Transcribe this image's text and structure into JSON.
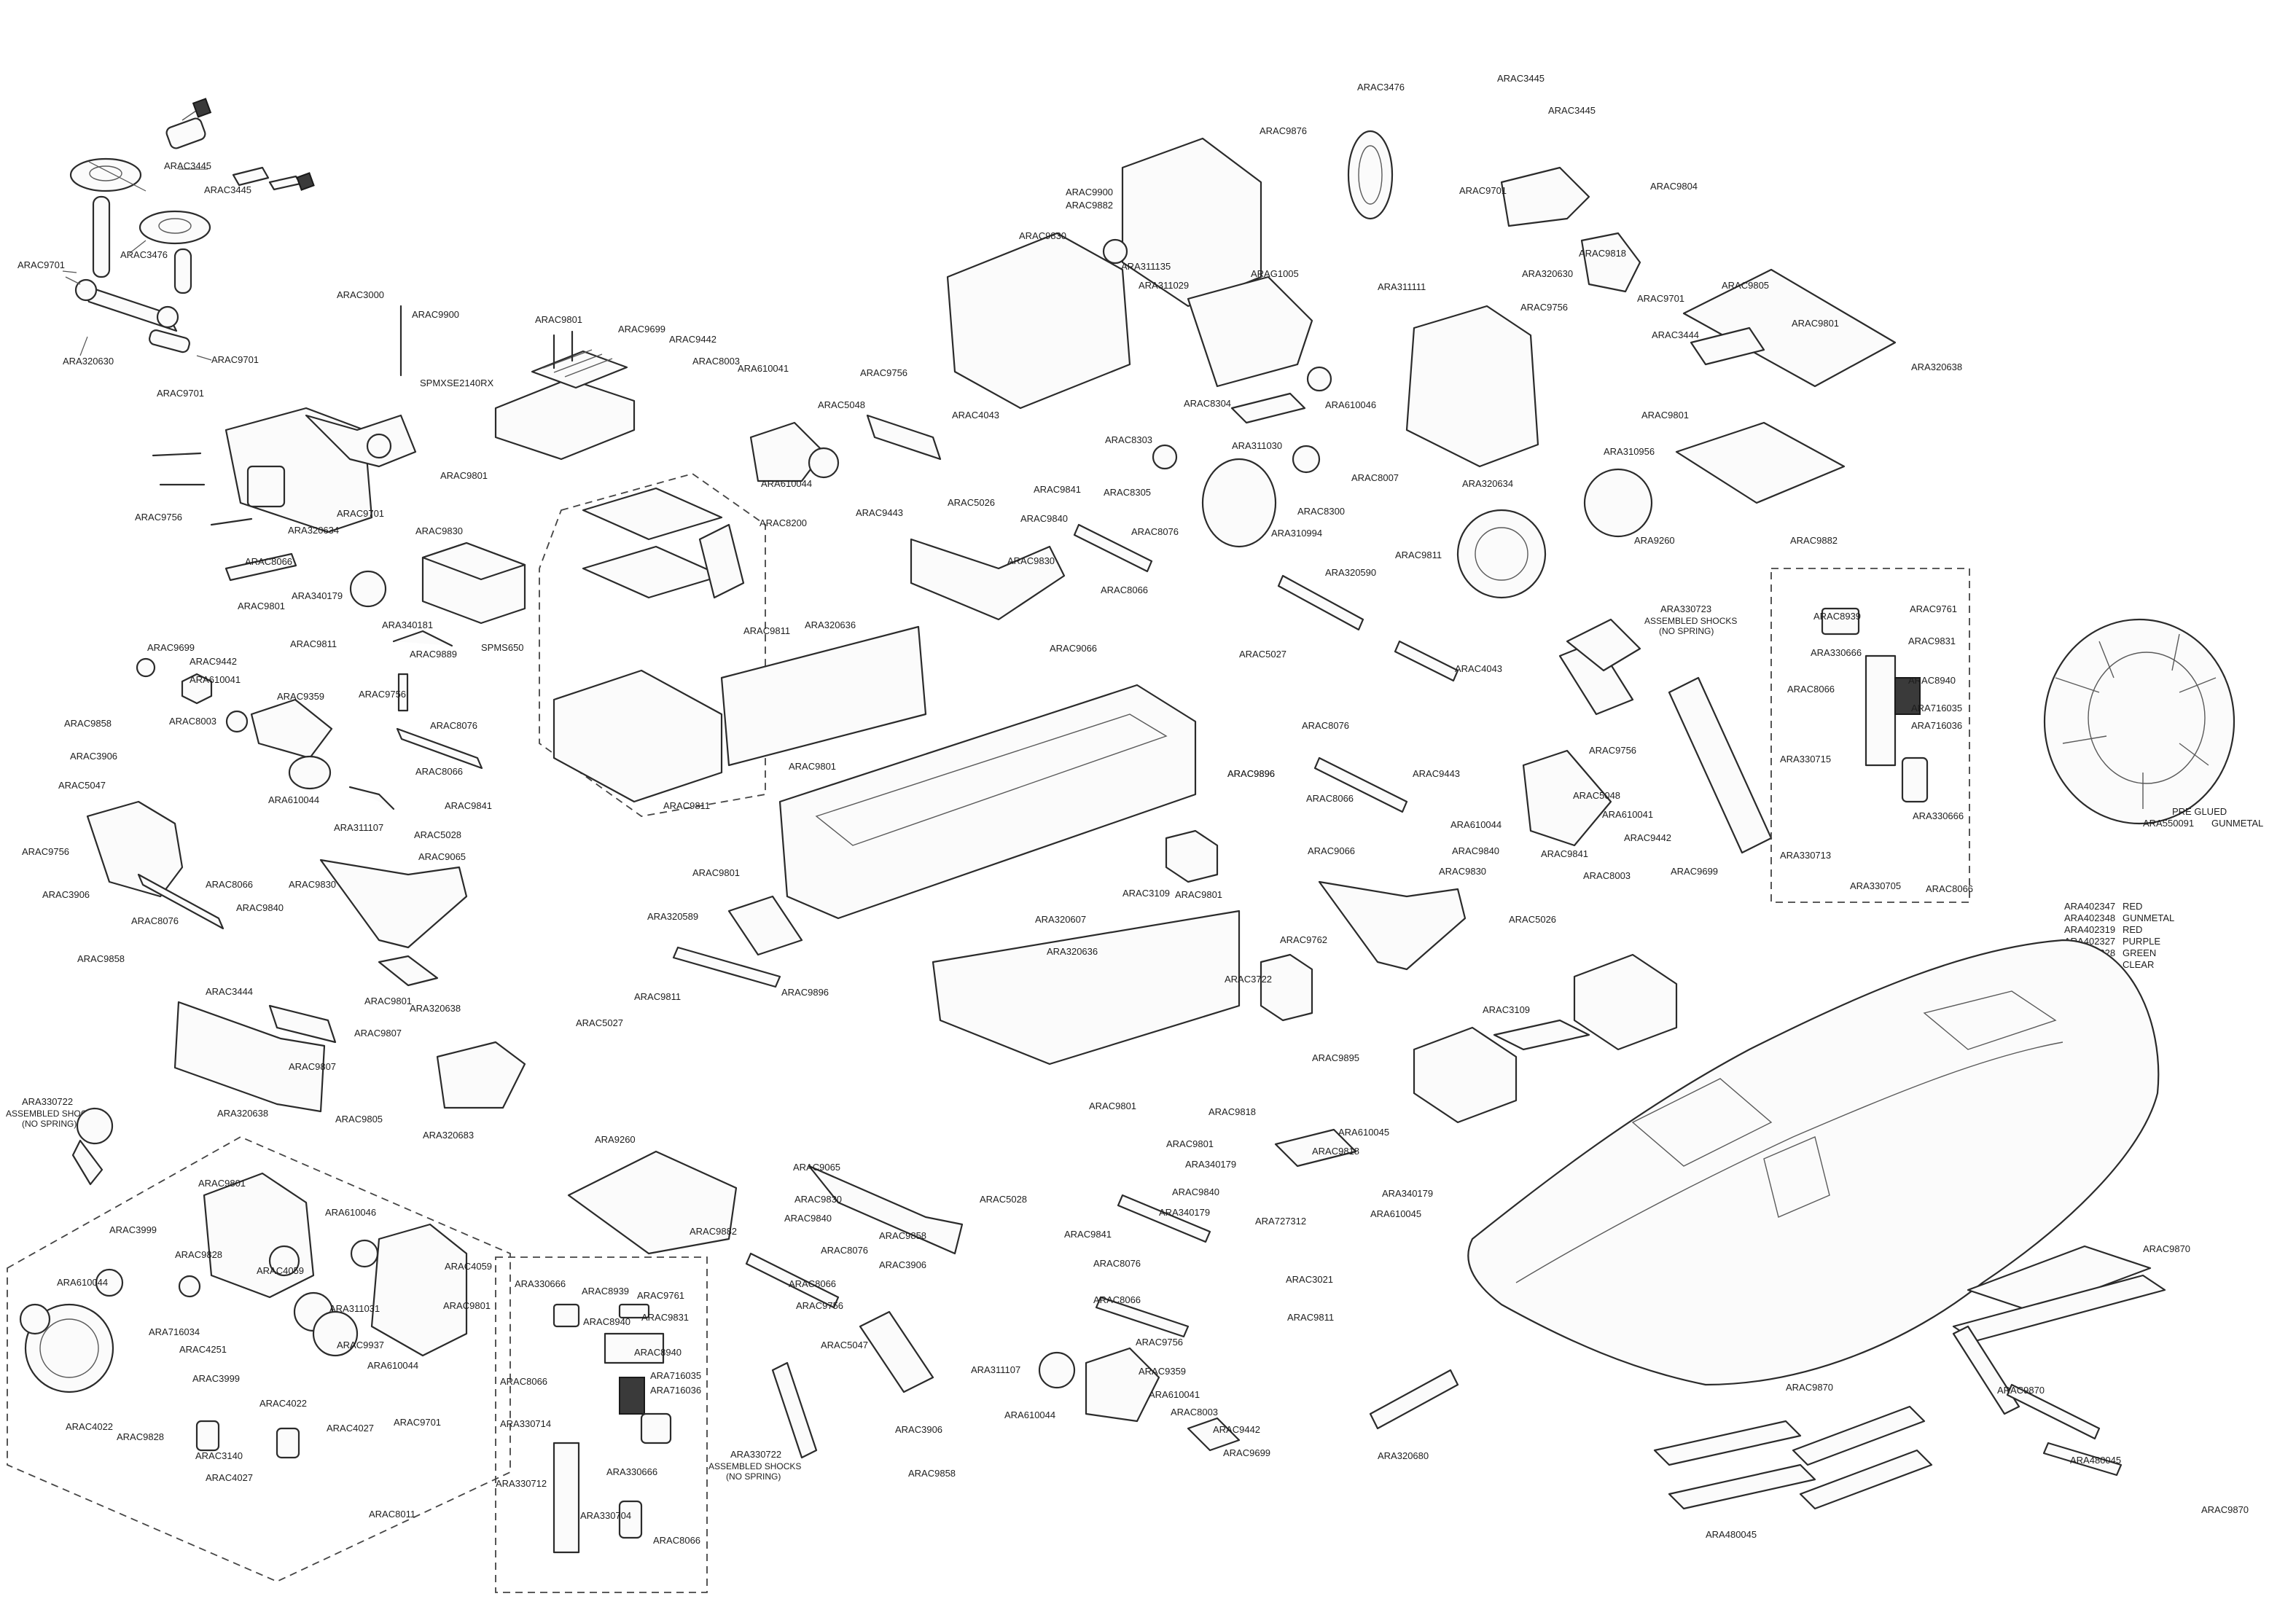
{
  "labels": {
    "topleft_3445_a": "ARAC3445",
    "topleft_3445_b": "ARAC3445",
    "topleft_3476": "ARAC3476",
    "topleft_9701_a": "ARAC9701",
    "topleft_9701_b": "ARAC9701",
    "topleft_320630": "ARA320630",
    "topleft_3000": "ARAC3000",
    "topleft_9900": "ARAC9900",
    "esc_9801": "ARAC9801",
    "esc_name": "SPMXSE2140RX",
    "bulk_9701_a": "ARAC9701",
    "bulk_9756": "ARAC9756",
    "bulk_9701_b": "ARAC9701",
    "bulk_320634": "ARA320634",
    "servo_9801": "ARAC9801",
    "servo_9830": "ARAC9830",
    "servo_name": "SPMS650",
    "fr_8066": "ARAC8066",
    "fr_340179": "ARA340179",
    "fr_9801": "ARAC9801",
    "fr_9811": "ARAC9811",
    "fr_340181": "ARA340181",
    "fr_9889": "ARAC9889",
    "fr_9699": "ARAC9699",
    "fr_9442": "ARAC9442",
    "fr_610041": "ARA610041",
    "fr_8003": "ARAC8003",
    "fr_9359": "ARAC9359",
    "fr_9756": "ARAC9756",
    "fr_9858": "ARAC9858",
    "fr_3906": "ARAC3906",
    "fr_5047": "ARAC5047",
    "fr_610044": "ARA610044",
    "fr_311107": "ARA311107",
    "fr_8076_a": "ARAC8076",
    "fr_8066_b": "ARAC8066",
    "fr_9841": "ARAC9841",
    "fr_5028": "ARAC5028",
    "fr_9065": "ARAC9065",
    "fr_9756_b": "ARAC9756",
    "fr_3906_b": "ARAC3906",
    "fr_8066_c": "ARAC8066",
    "fr_8076_b": "ARAC8076",
    "fr_9830": "ARAC9830",
    "fr_9840": "ARAC9840",
    "fr_9858_b": "ARAC9858",
    "fr_3444": "ARAC3444",
    "fr_9801_b": "ARAC9801",
    "fr_9807_a": "ARAC9807",
    "fr_9807_b": "ARAC9807",
    "fr_320638": "ARA320638",
    "fr_320638_b": "ARA320638",
    "fr_9805": "ARAC9805",
    "fr_320683": "ARA320683",
    "shock_l": "ARA330722",
    "shock_l_t1": "ASSEMBLED SHOCKS",
    "shock_l_t2": "(NO SPRING)",
    "pre_9699": "ARAC9699",
    "pre_9442": "ARAC9442",
    "pre_8003": "ARAC8003",
    "pre_610041": "ARA610041",
    "pre_5048": "ARAC5048",
    "pre_610044": "ARA610044",
    "pre_9756": "ARAC9756",
    "pre_4043": "ARAC4043",
    "pre_9443": "ARAC9443",
    "pre_9841": "ARAC9841",
    "pre_5026": "ARAC5026",
    "pre_9840": "ARAC9840",
    "pre_9830": "ARAC9830",
    "pre_9066": "ARAC9066",
    "box_8200": "ARAC8200",
    "box_9811": "ARAC9811",
    "box_9811_b": "ARAC9811",
    "ch_320636": "ARA320636",
    "ch_9801": "ARAC9801",
    "ch_9801_b": "ARAC9801",
    "ch_320607": "ARA320607",
    "ch_3109": "ARAC3109",
    "ch_9801_c": "ARAC9801",
    "ch_320589": "ARA320589",
    "ch_9811": "ARAC9811",
    "ch_5027": "ARAC5027",
    "ch_9896": "ARAC9896",
    "ch_320636_b": "ARA320636",
    "ch_9801_d": "ARAC9801",
    "ch_3722": "ARAC3722",
    "ch_9762": "ARAC9762",
    "ch_9895": "ARAC9895",
    "ch_9896_b": "ARAC9896",
    "gb_9876": "ARAC9876",
    "gb_9900": "ARAC9900",
    "gb_9882": "ARAC9882",
    "gb_9830": "ARAC9830",
    "gb_311135": "ARA311135",
    "gb_311029": "ARA311029",
    "gb_3476": "ARAC3476",
    "gb_3445": "ARAC3445",
    "gb_3445_b": "ARAC3445",
    "gb_311111": "ARA311111",
    "gb_1005": "ARAG1005",
    "gb_8304": "ARAC8304",
    "gb_8303": "ARAC8303",
    "gb_8305": "ARAC8305",
    "gb_311030": "ARA311030",
    "gb_310994": "ARA310994",
    "gb_8300": "ARAC8300",
    "gb_8007": "ARAC8007",
    "gb_610046": "ARA610046",
    "gb_8076": "ARAC8076",
    "gb_8066": "ARAC8066",
    "rb_9701": "ARAC9701",
    "rb_9804": "ARAC9804",
    "rb_9818": "ARAC9818",
    "rb_320630": "ARA320630",
    "rb_9701_b": "ARAC9701",
    "rb_9756": "ARAC9756",
    "rb_320634": "ARA320634",
    "rb_9805": "ARAC9805",
    "rb_9801": "ARAC9801",
    "rb_3444": "ARAC3444",
    "rb_320638": "ARA320638",
    "rb_9801_b": "ARAC9801",
    "rb_310956": "ARA310956",
    "rb_9260": "ARA9260",
    "rb_9882": "ARAC9882",
    "rr_9811": "ARAC9811",
    "rr_320590": "ARA320590",
    "rr_5027": "ARAC5027",
    "rr_4043": "ARAC4043",
    "rr_9443": "ARAC9443",
    "rr_8076": "ARAC8076",
    "rr_8066": "ARAC8066",
    "rr_9896": "ARAC9896",
    "rr_9756": "ARAC9756",
    "rr_5048": "ARAC5048",
    "rr_610044": "ARA610044",
    "rr_610041": "ARA610041",
    "rr_9840": "ARAC9840",
    "rr_9841": "ARAC9841",
    "rr_9442": "ARAC9442",
    "rr_8003": "ARAC8003",
    "rr_9699": "ARAC9699",
    "rr_9066": "ARAC9066",
    "rr_9830": "ARAC9830",
    "rr_5026": "ARAC5026",
    "shock_r": "ARA330723",
    "shock_r_t1": "ASSEMBLED SHOCKS",
    "shock_r_t2": "(NO SPRING)",
    "sp_8939": "ARAC8939",
    "sp_9761": "ARAC9761",
    "sp_9831": "ARAC9831",
    "sp_330666": "ARA330666",
    "sp_8066": "ARAC8066",
    "sp_8940": "ARAC8940",
    "sp_716035": "ARA716035",
    "sp_716036": "ARA716036",
    "sp_330715": "ARA330715",
    "sp_330713": "ARA330713",
    "sp_330705": "ARA330705",
    "sp_330666_b": "ARA330666",
    "sp_8066_b": "ARAC8066",
    "wheel_t1": "PRE GLUED",
    "wheel_code": "ARA550091",
    "wheel_color": "GUNMETAL",
    "body_3109": "ARAC3109",
    "diff_9801": "ARAC9801",
    "diff_3999": "ARAC3999",
    "diff_610044": "ARA610044",
    "diff_9828": "ARAC9828",
    "diff_4059": "ARAC4059",
    "diff_610046": "ARA610046",
    "diff_4059_b": "ARAC4059",
    "diff_716034": "ARA716034",
    "diff_4251": "ARAC4251",
    "diff_311031": "ARA311031",
    "diff_9937": "ARAC9937",
    "diff_9801_b": "ARAC9801",
    "diff_3999_b": "ARAC3999",
    "diff_610044_b": "ARA610044",
    "diff_4022": "ARAC4022",
    "diff_4022_b": "ARAC4022",
    "diff_9828_b": "ARAC9828",
    "diff_4027": "ARAC4027",
    "diff_3140": "ARAC3140",
    "diff_4027_b": "ARAC4027",
    "diff_9701": "ARAC9701",
    "diff_8011": "ARAC8011",
    "bs_330666": "ARA330666",
    "bs_8939": "ARAC8939",
    "bs_9761": "ARAC9761",
    "bs_8940": "ARAC8940",
    "bs_9831": "ARAC9831",
    "bs_8066": "ARAC8066",
    "bs_8940_b": "ARAC8940",
    "bs_716035": "ARA716035",
    "bs_716036": "ARA716036",
    "bs_330714": "ARA330714",
    "bs_330712": "ARA330712",
    "bs_330666_b": "ARA330666",
    "bs_330704": "ARA330704",
    "bs_8066_b": "ARAC8066",
    "bm_9260": "ARA9260",
    "bm_9882": "ARAC9882",
    "bm_9065": "ARAC9065",
    "bm_9830": "ARAC9830",
    "bm_9840": "ARAC9840",
    "bm_8076": "ARAC8076",
    "bm_8066": "ARAC8066",
    "bm_9858": "ARAC9858",
    "bm_3906": "ARAC3906",
    "bm_9756": "ARAC9756",
    "bm_5047": "ARAC5047",
    "bm_3906_b": "ARAC3906",
    "bm_9858_b": "ARAC9858",
    "bm_shock": "ARA330722",
    "bm_shock_t1": "ASSEMBLED SHOCKS",
    "bm_shock_t2": "(NO SPRING)",
    "bm_5028": "ARAC5028",
    "bc_9818": "ARAC9818",
    "bc_9801": "ARAC9801",
    "bc_610045": "ARA610045",
    "bc_9818_b": "ARAC9818",
    "bc_340179": "ARA340179",
    "bc_9840": "ARAC9840",
    "bc_340179_b": "ARA340179",
    "bc_340179_c": "ARA340179",
    "bc_727312": "ARA727312",
    "bc_610045_b": "ARA610045",
    "bc_9841": "ARAC9841",
    "bc_8076": "ARAC8076",
    "bc_3021": "ARAC3021",
    "bc_8066": "ARAC8066",
    "bc_9811": "ARAC9811",
    "bc_9756": "ARAC9756",
    "bc_9359": "ARAC9359",
    "bc_311107": "ARA311107",
    "bc_610041": "ARA610041",
    "bc_610044": "ARA610044",
    "bc_8003": "ARAC8003",
    "bc_9442": "ARAC9442",
    "bc_9699": "ARAC9699",
    "bc_320680": "ARA320680",
    "wing_9870": "ARAC9870",
    "wing_9870_b": "ARAC9870",
    "wing_9870_c": "ARAC9870",
    "wing_9870_d": "ARAC9870",
    "wing_480045": "ARA480045",
    "wing_480045_b": "ARA480045"
  },
  "body_colors": [
    {
      "code": "ARA402347",
      "color": "RED"
    },
    {
      "code": "ARA402348",
      "color": "GUNMETAL"
    },
    {
      "code": "ARA402319",
      "color": "RED"
    },
    {
      "code": "ARA402327",
      "color": "PURPLE"
    },
    {
      "code": "ARA402328",
      "color": "GREEN"
    },
    {
      "code": "ARA402318",
      "color": "CLEAR"
    }
  ]
}
